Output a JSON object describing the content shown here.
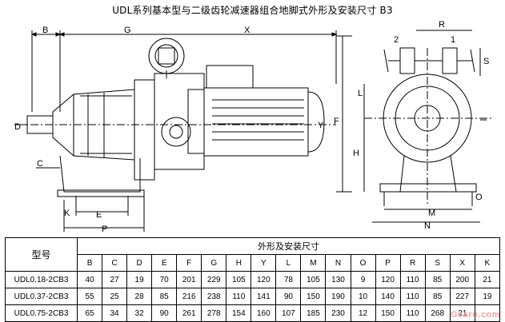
{
  "title": "UDL系列基本型与二级齿轮减速器组合地脚式外形及安装尺寸 B3",
  "drawing": {
    "labels": {
      "B": "B",
      "G": "G",
      "X": "X",
      "R": "R",
      "one": "1",
      "two": "2",
      "S": "S",
      "L": "L",
      "F": "F",
      "H": "H",
      "D": "D",
      "Y": "Y",
      "C": "C",
      "E": "E",
      "K": "K",
      "P": "P",
      "M": "M",
      "N": "N",
      "O": "O"
    }
  },
  "table": {
    "model_header": "型号",
    "group_header": "外形及安装尺寸",
    "columns": [
      "B",
      "C",
      "D",
      "E",
      "F",
      "G",
      "H",
      "Y",
      "L",
      "M",
      "N",
      "O",
      "P",
      "R",
      "S",
      "X",
      "K"
    ],
    "rows": [
      {
        "model": "UDL0.18-2CB3",
        "values": [
          "40",
          "27",
          "19",
          "70",
          "201",
          "229",
          "105",
          "120",
          "78",
          "105",
          "130",
          "9",
          "120",
          "110",
          "85",
          "200",
          "21"
        ]
      },
      {
        "model": "UDL0.37-2CB3",
        "values": [
          "55",
          "25",
          "28",
          "85",
          "216",
          "238",
          "110",
          "141",
          "90",
          "150",
          "190",
          "10",
          "140",
          "110",
          "85",
          "227",
          "19"
        ]
      },
      {
        "model": "UDL0.75-2CB3",
        "values": [
          "65",
          "34",
          "32",
          "90",
          "261",
          "278",
          "154",
          "160",
          "107",
          "185",
          "230",
          "12",
          "150",
          "110",
          "268",
          "21"
        ]
      }
    ]
  },
  "watermark": "Gearu.com"
}
